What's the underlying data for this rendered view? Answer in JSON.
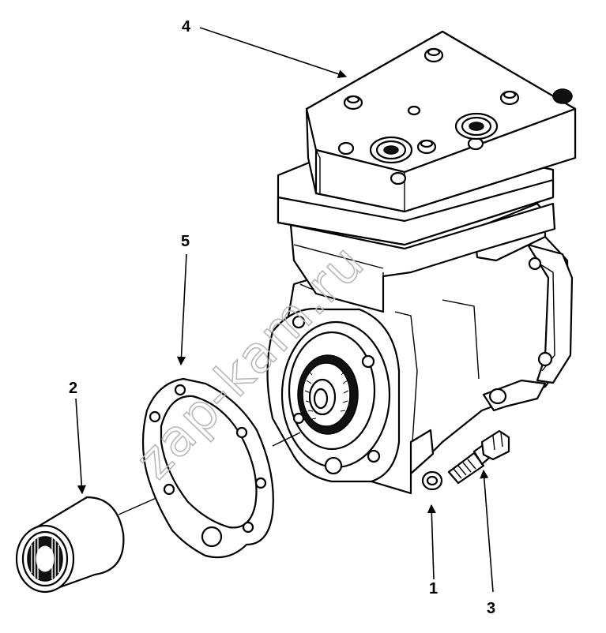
{
  "callouts": {
    "c1": "1",
    "c2": "2",
    "c3": "3",
    "c4": "4",
    "c5": "5"
  },
  "watermark": "zap-kam.ru"
}
